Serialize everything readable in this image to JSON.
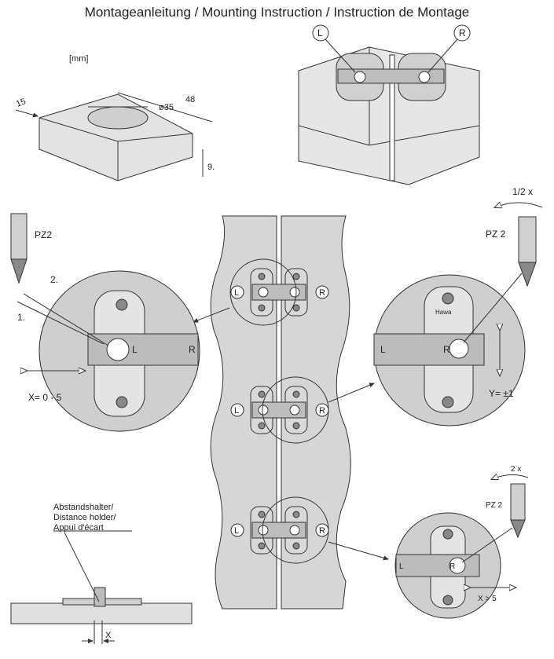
{
  "title": "Montageanleitung / Mounting Instruction / Instruction de Montage",
  "units": "[mm]",
  "dimensions": {
    "d15": "15",
    "d48": "48",
    "d35": "ø35",
    "d9": "9."
  },
  "side_labels": {
    "left": "L",
    "right": "R"
  },
  "step_left": {
    "tool": "PZ2",
    "step1": "1.",
    "step2": "2.",
    "range": "X= 0 - 5"
  },
  "step_right": {
    "turns": "1/2 x",
    "tool": "PZ 2",
    "range": "Y= ±1"
  },
  "step_bottom_right": {
    "turns": "2 x",
    "tool": "PZ 2",
    "range": "X > 5"
  },
  "distance_holder": {
    "line1": "Abstandshalter/",
    "line2": "Distance holder/",
    "line3": "Appui d'écart",
    "x_label": "X"
  },
  "hinge_plate_text": "Hawa"
}
